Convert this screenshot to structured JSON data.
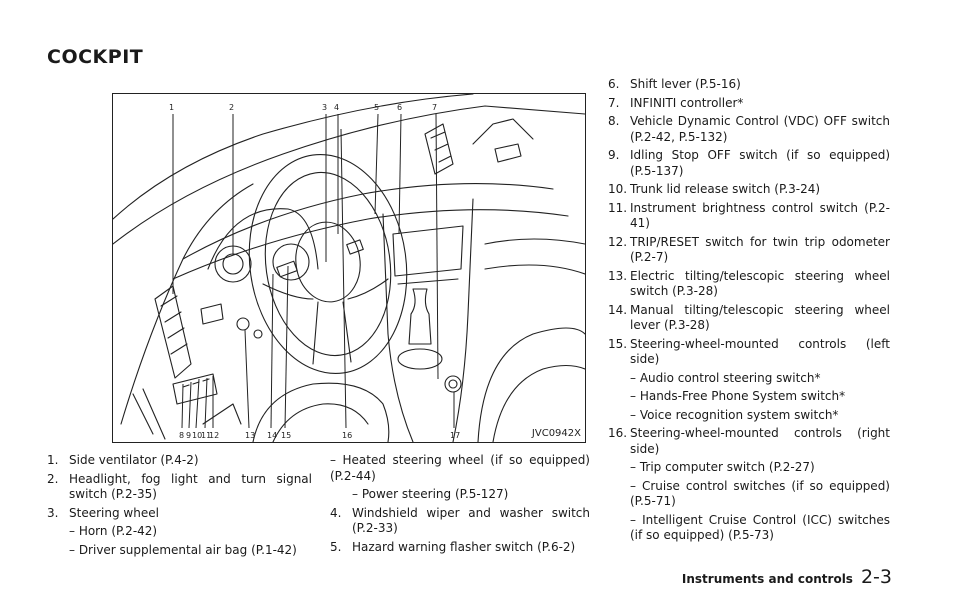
{
  "page": {
    "section_title": "COCKPIT"
  },
  "figure": {
    "code": "JVC0942X",
    "labels": [
      "1",
      "2",
      "3",
      "4",
      "5",
      "6",
      "7",
      "8",
      "9",
      "10",
      "11",
      "12",
      "13",
      "14",
      "15",
      "16",
      "17"
    ]
  },
  "column1": {
    "i1": {
      "num": "1.",
      "text": "Side ventilator (P.4-2)"
    },
    "i2": {
      "num": "2.",
      "text": "Headlight, fog light and turn signal switch (P.2-35)"
    },
    "i3": {
      "num": "3.",
      "text": "Steering wheel"
    },
    "i3a": "– Horn (P.2-42)",
    "i3b": "– Driver supplemental air bag (P.1-42)"
  },
  "column2": {
    "i3c": "– Heated steering wheel (if so equipped) (P.2-44)",
    "i3d": "– Power steering (P.5-127)",
    "i4": {
      "num": "4.",
      "text": "Windshield wiper and washer switch (P.2-33)"
    },
    "i5": {
      "num": "5.",
      "text": "Hazard warning flasher switch (P.6-2)"
    }
  },
  "column3": {
    "i6": {
      "num": "6.",
      "text": "Shift lever (P.5-16)"
    },
    "i7": {
      "num": "7.",
      "text": "INFINITI controller*"
    },
    "i8": {
      "num": "8.",
      "text": "Vehicle Dynamic Control (VDC) OFF switch (P.2-42, P.5-132)"
    },
    "i9": {
      "num": "9.",
      "text": "Idling Stop OFF switch (if so equipped) (P.5-137)"
    },
    "i10": {
      "num": "10.",
      "text": "Trunk lid release switch (P.3-24)"
    },
    "i11": {
      "num": "11.",
      "text": "Instrument brightness control switch (P.2-41)"
    },
    "i12": {
      "num": "12.",
      "text": "TRIP/RESET switch for twin trip odometer (P.2-7)"
    },
    "i13": {
      "num": "13.",
      "text": "Electric tilting/telescopic steering wheel switch (P.3-28)"
    },
    "i14": {
      "num": "14.",
      "text": "Manual tilting/telescopic steering wheel lever (P.3-28)"
    },
    "i15": {
      "num": "15.",
      "text": "Steering-wheel-mounted controls (left side)"
    },
    "i15a": "– Audio control steering switch*",
    "i15b": "– Hands-Free Phone System switch*",
    "i15c": "– Voice recognition system switch*",
    "i16": {
      "num": "16.",
      "text": "Steering-wheel-mounted controls (right side)"
    },
    "i16a": "– Trip computer switch (P.2-27)",
    "i16b": "– Cruise control switches (if so equipped) (P.5-71)",
    "i16c": "– Intelligent Cruise Control (ICC) switches (if so equipped) (P.5-73)"
  },
  "footer": {
    "label": "Instruments and controls",
    "page": "2-3"
  }
}
